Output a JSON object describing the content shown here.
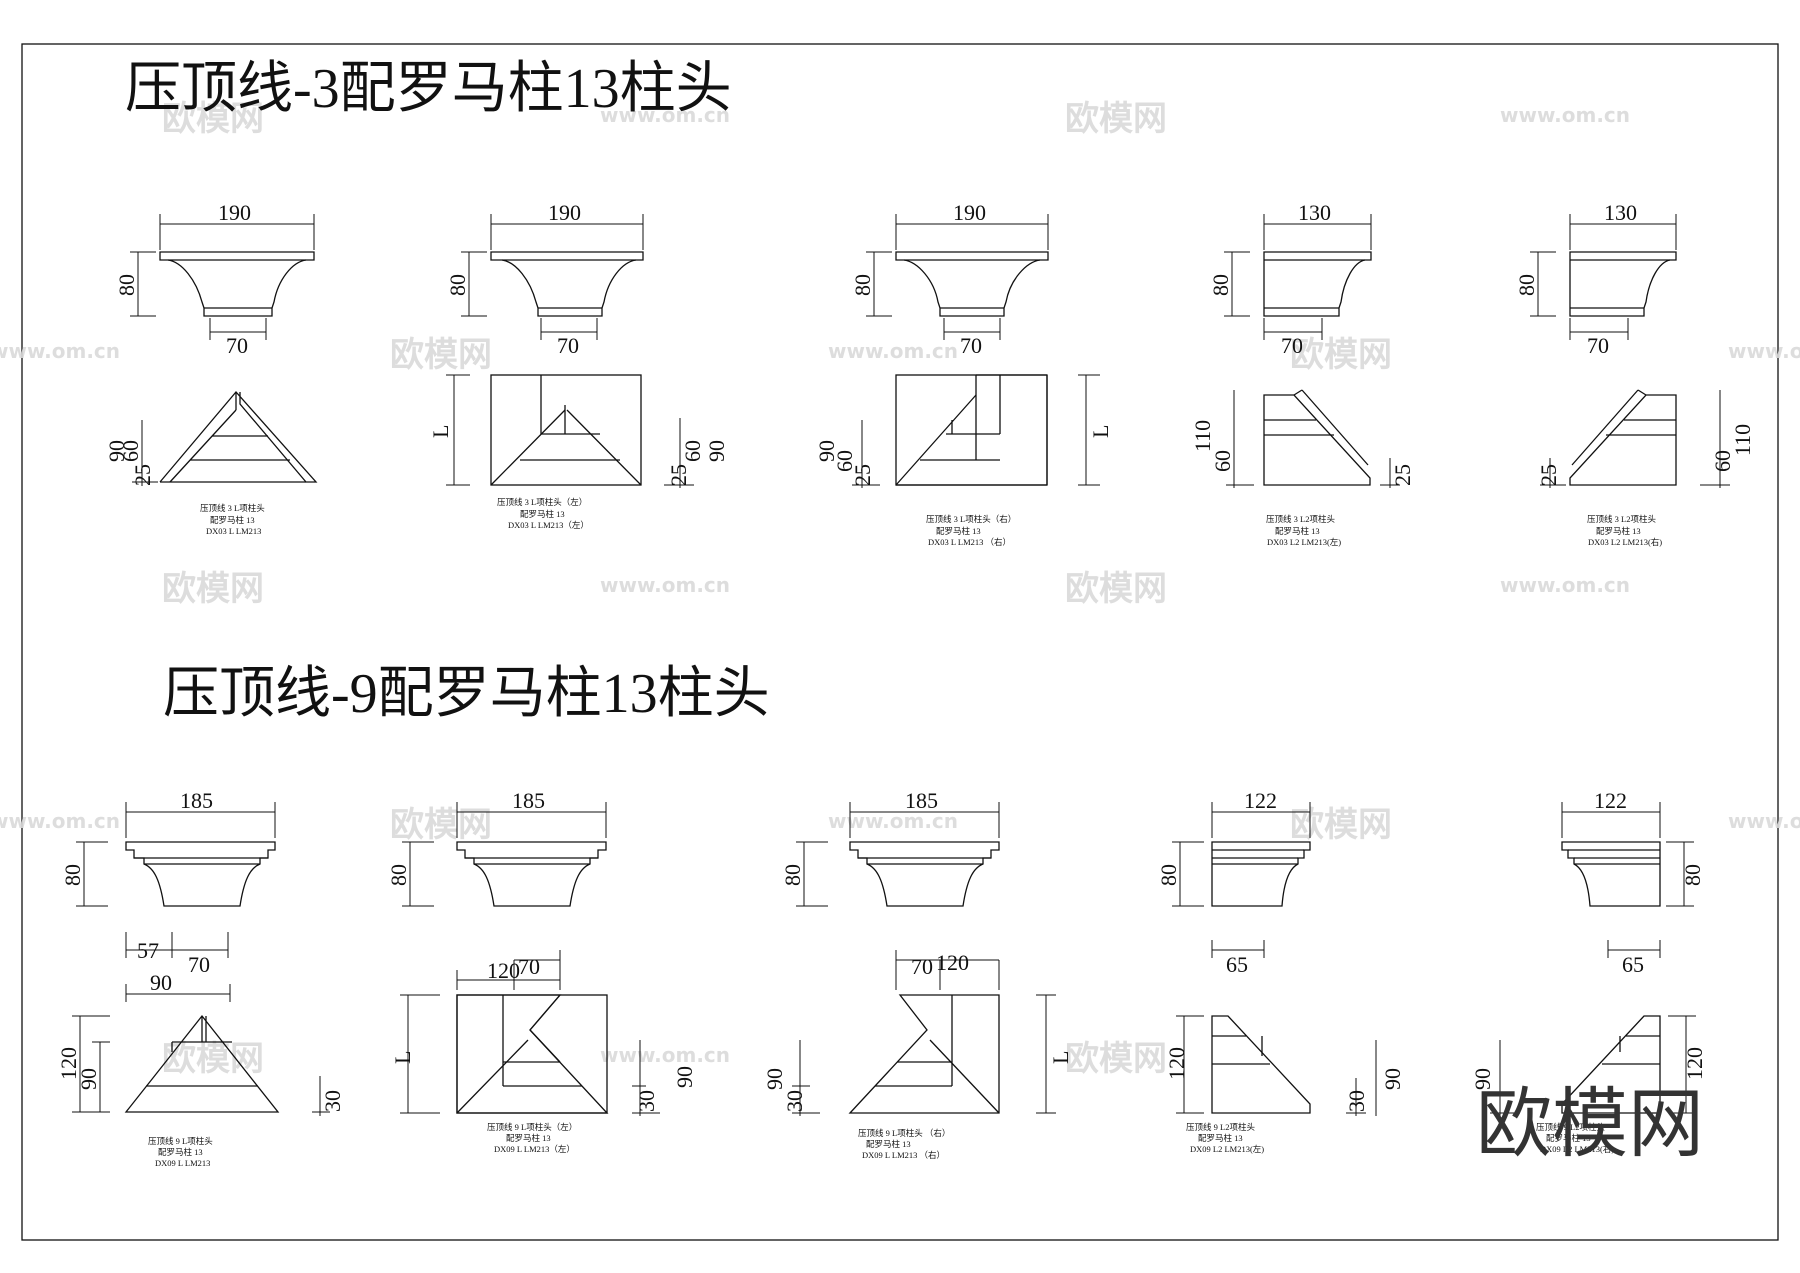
{
  "titles": {
    "top": "压顶线-3配罗马柱13柱头",
    "bottom": "压顶线-9配罗马柱13柱头"
  },
  "watermarks": {
    "site": "www.om.cn",
    "brand": "欧模网",
    "corner": "欧模网"
  },
  "row1": {
    "widths": [
      "190",
      "190",
      "190",
      "130",
      "130"
    ],
    "heights": [
      "80",
      "80",
      "80",
      "80",
      "80"
    ],
    "bottoms": [
      "70",
      "70",
      "70",
      "70",
      "70"
    ],
    "plan_dims": [
      [
        "90",
        "60",
        "25"
      ],
      [
        "L",
        "25",
        "60",
        "90"
      ],
      [
        "90",
        "60",
        "25",
        "L"
      ],
      [
        "110",
        "60",
        "25"
      ],
      [
        "25",
        "60",
        "110"
      ]
    ],
    "captions": [
      [
        "压顶线 3 L项柱头",
        "配罗马柱 13",
        "DX03 L LM213"
      ],
      [
        "压顶线 3 L项柱头（左）",
        "配罗马柱 13",
        "DX03 L LM213（左）"
      ],
      [
        "压顶线 3 L项柱头（右）",
        "配罗马柱 13",
        "DX03 L LM213 （右）"
      ],
      [
        "压顶线 3 L2项柱头",
        "配罗马柱 13",
        "DX03 L2 LM213(左)"
      ],
      [
        "压顶线 3 L2项柱头",
        "配罗马柱 13",
        "DX03 L2 LM213(右)"
      ]
    ]
  },
  "row2": {
    "widths": [
      "185",
      "185",
      "185",
      "122",
      "122"
    ],
    "heights": [
      "80",
      "80",
      "80",
      "80",
      "80"
    ],
    "bottom_dims": [
      [
        "57",
        "70",
        "90"
      ],
      [
        "120",
        "70"
      ],
      [
        "70",
        "120"
      ],
      [
        "65"
      ],
      [
        "65"
      ]
    ],
    "plan_dims": [
      [
        "120",
        "90",
        "30"
      ],
      [
        "L",
        "30",
        "90"
      ],
      [
        "90",
        "30",
        "L"
      ],
      [
        "120",
        "30",
        "90"
      ],
      [
        "90",
        "120"
      ]
    ],
    "captions": [
      [
        "压顶线 9 L项柱头",
        "配罗马柱 13",
        "DX09 L LM213"
      ],
      [
        "压顶线 9 L项柱头（左）",
        "配罗马柱 13",
        "DX09 L LM213（左）"
      ],
      [
        "压顶线 9 L项柱头 （右）",
        "配罗马柱 13",
        "DX09 L LM213 （右）"
      ],
      [
        "压顶线 9 L2项柱头",
        "配罗马柱 13",
        "DX09 L2 LM213(左)"
      ],
      [
        "压顶线 9 L2项柱头",
        "配罗马柱 13",
        "DX09 L2 LM213(右)"
      ]
    ]
  }
}
